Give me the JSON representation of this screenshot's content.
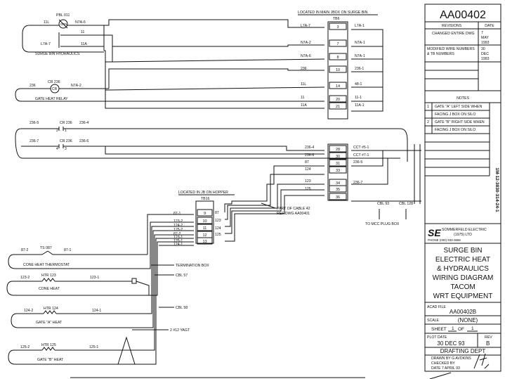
{
  "title_block": {
    "drawing_number": "AA00402",
    "revisions_header": "REVISIONS",
    "date_header": "DATE",
    "revisions": [
      {
        "text": "CHANGED ENTIRE DWG",
        "date_lines": [
          "7",
          "MAY",
          "1993"
        ]
      },
      {
        "text_lines": [
          "MODIFIED WIRE NUMBERS",
          "& TB NUMBERS"
        ],
        "date_lines": [
          "30",
          "DEC",
          "1993"
        ]
      }
    ],
    "notes_header": "NOTES",
    "notes": [
      {
        "num": "1",
        "lines": [
          "GATE \"A\" LEFT SIDE WHEN",
          "FACING J BOX ON SILO"
        ]
      },
      {
        "num": "2",
        "lines": [
          "GATE \"B\" RIGHT SIDE WHEN",
          "FACING J BOX ON SILO"
        ]
      }
    ],
    "side_stamp": "1M-12-3830-314-24-1",
    "company_logo": "SE",
    "company_lines": [
      "SOMMERFELD ELECTRIC",
      "(1975) LTD"
    ],
    "company_phone": "PHONE (000) 933-3866",
    "drawing_title_lines": [
      "SURGE BIN",
      "ELECTRIC HEAT",
      "& HYDRAULICS",
      "WIRING DIAGRAM",
      "TACOM",
      "WRT EQUIPMENT"
    ],
    "acad_file_label": "ACAD FILE",
    "acad_file": "AA00402B",
    "scale_label": "SCALE",
    "scale_value": "(NONE)",
    "sheet_label": "SHEET",
    "sheet_num": "1",
    "sheet_of": "OF",
    "sheet_total": "1",
    "plot_date_label": "PLOT DATE",
    "plot_date": "30 DEC 93",
    "rev_label": "REV",
    "rev_value": "B",
    "dept": "DRAFTING DEPT",
    "drawn_by": "DRAWN BY   G AVDKINS",
    "checked_by": "CHECKED BY",
    "date_line": "DATE      7 APRIL 93"
  },
  "diagram": {
    "tb6_location": "LOCATED IN MAIN JBOX ON SURGE BIN",
    "tb6_label": "TB6",
    "tb6_terminals": [
      "3",
      "7",
      "8",
      "10",
      "14",
      "20",
      "21",
      "28",
      "30",
      "31",
      "33",
      "34",
      "35",
      "36"
    ],
    "tb6_left_wires": [
      "L7A-7",
      "N7A-2",
      "N7A-6",
      "236",
      "11L",
      "11",
      "11A",
      "236-4",
      "236-6",
      "87",
      "124",
      "123",
      "125"
    ],
    "tb6_right_wires": [
      "L7A-1",
      "N7A-1",
      "N7A-1",
      "236-1",
      "48-1",
      "11-1",
      "11A-1",
      "CCT #5-1",
      "CCT #7-1",
      "236-5",
      "236-7"
    ],
    "pbl_label": "PBL 011",
    "grn_label": "GRN",
    "hyd_wires": [
      "11L",
      "N7A-6",
      "11",
      "L7A-7",
      "11A"
    ],
    "hyd_label": "SURGE BIN HYDRAULICS",
    "cr_label": "CR 236",
    "cr_symbol": "CR",
    "relay_wires": [
      "236",
      "N7A-2"
    ],
    "relay_label": "GATE HEAT RELAY",
    "contact1": {
      "left": "236-5",
      "cr": "CR 236",
      "right": "236-4",
      "pins": [
        "2",
        "1"
      ]
    },
    "contact2": {
      "left": "236-7",
      "cr": "CR 236",
      "right": "236-6",
      "pins": [
        "4",
        "3"
      ]
    },
    "tb16_location": "LOCATED IN JB ON HOPPER",
    "tb16_label": "TB16",
    "tb16_terminals": [
      "9",
      "10",
      "11",
      "12",
      "13"
    ],
    "tb16_left_wires": [
      "87-1",
      "123-2",
      "124-2",
      "125-2",
      "87-2",
      "123-1",
      "125-1",
      "124-1"
    ],
    "tb16_right_wires": [
      "87",
      "123",
      "124",
      "125"
    ],
    "cable_note": [
      "PART OF CABLE 42",
      "REF DWG AA00401"
    ],
    "cbl93": "CBL 93",
    "cbl128": "CBL 128",
    "mcc": "TO MCC PLUG BOX",
    "term_box": "TERMINATION BOX",
    "cbl57": "CBL 57",
    "cbl58": "CBL 58",
    "agt": "2 #12 YAGT",
    "thermostat": {
      "ts": "TS 087",
      "left": "87-2",
      "right": "87-1",
      "label": "CONE HEAT THERMOSTAT"
    },
    "heaters": [
      {
        "htr": "HTR 123",
        "left": "123-2",
        "right": "123-1",
        "label": "CONE HEAT"
      },
      {
        "htr": "HTR 124",
        "left": "124-2",
        "right": "124-1",
        "label": "GATE \"A\" HEAT"
      },
      {
        "htr": "HTR 125",
        "left": "125-2",
        "right": "125-1",
        "label": "GATE \"B\" HEAT"
      }
    ]
  }
}
